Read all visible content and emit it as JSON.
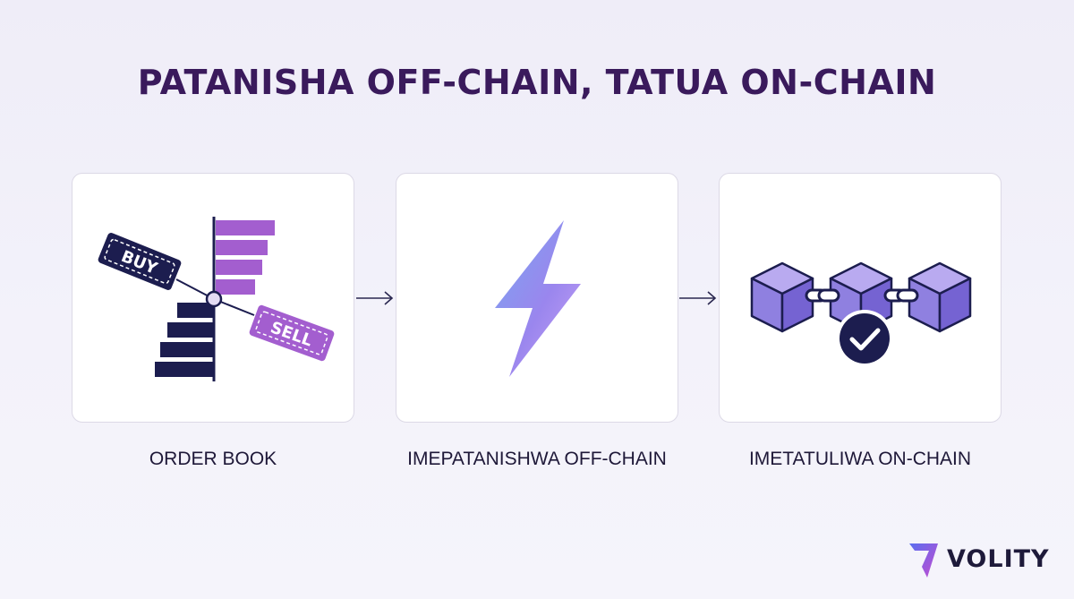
{
  "title": "PATANISHA OFF-CHAIN, TATUA ON-CHAIN",
  "steps": [
    {
      "label": "ORDER BOOK",
      "tag_buy": "BUY",
      "tag_sell": "SELL",
      "icon": "order-book-icon"
    },
    {
      "label": "IMEPATANISHWA OFF-CHAIN",
      "icon": "lightning-icon"
    },
    {
      "label": "IMETATULIWA ON-CHAIN",
      "icon": "blockchain-check-icon"
    }
  ],
  "brand": {
    "name": "VOLITY",
    "logo": "volity-logo-icon"
  },
  "colors": {
    "title": "#3a1a5c",
    "navy": "#1c1d4f",
    "purple": "#a35ecf",
    "lavender": "#9b8ce8"
  }
}
